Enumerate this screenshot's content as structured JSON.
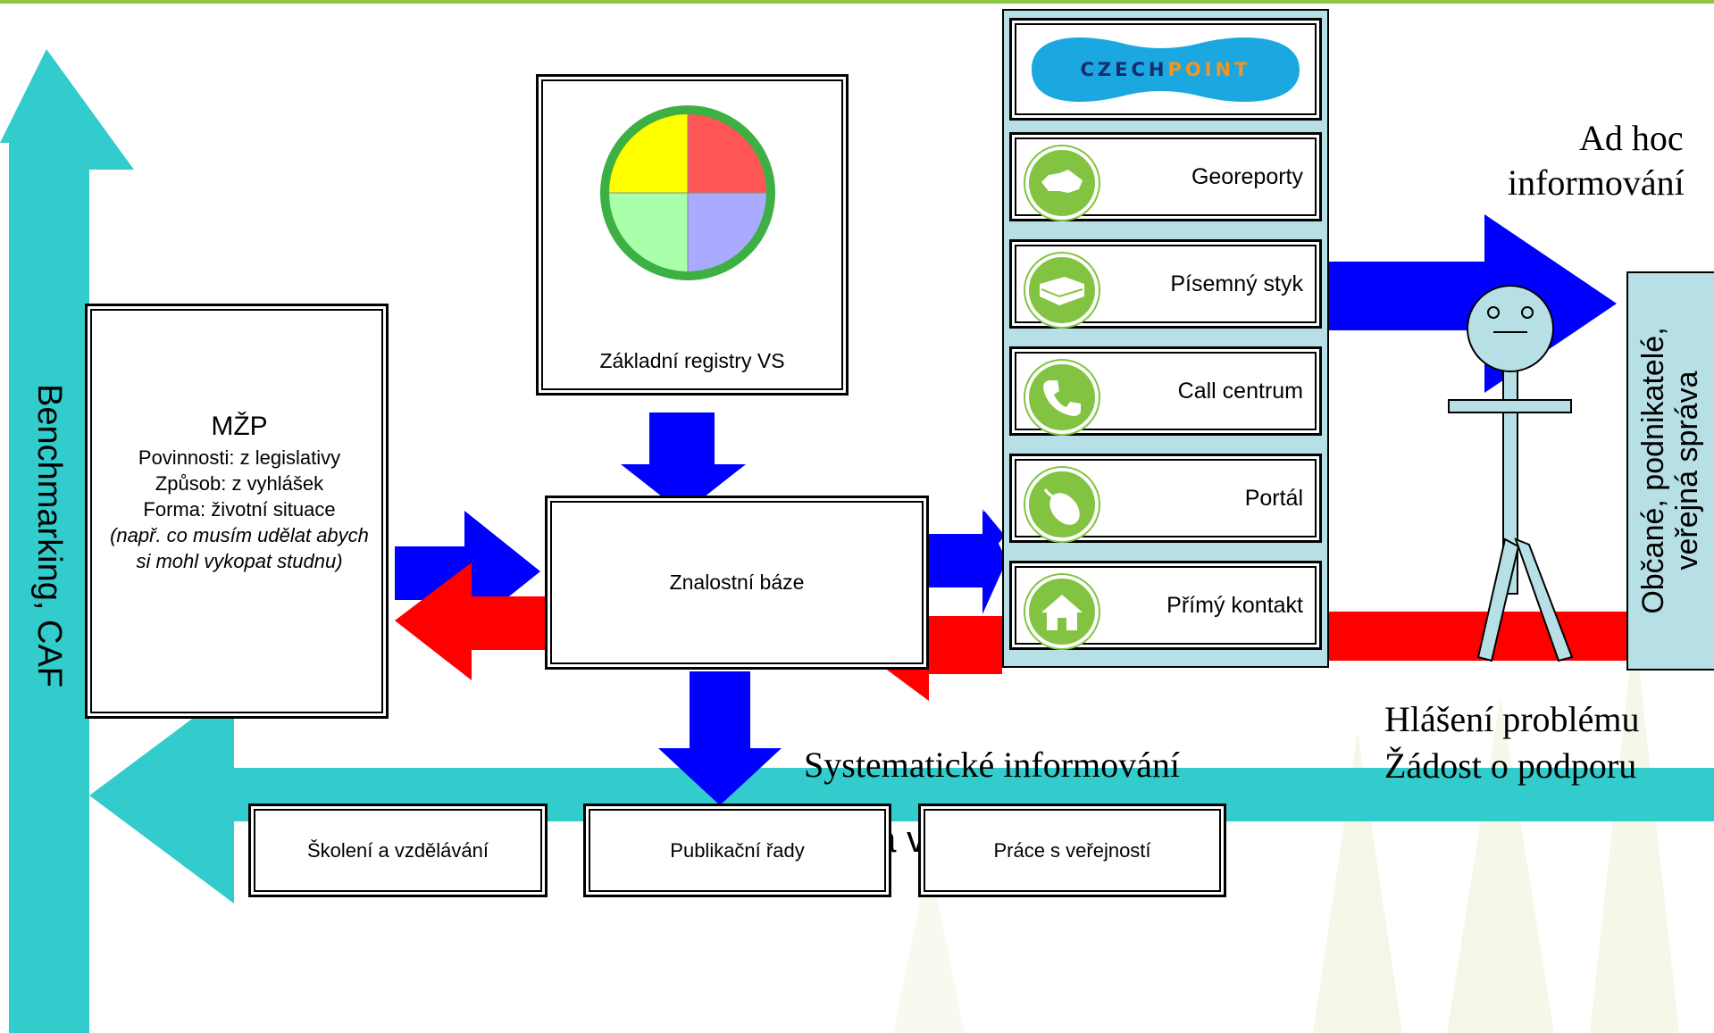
{
  "colors": {
    "teal": "#33cccc",
    "blue": "#0000ff",
    "red": "#ff0000",
    "green_ring": "#3cb043",
    "channel_panel": "#b7e0e6",
    "icon_green": "#82c341",
    "person": "#b7e0e6",
    "logo_blue": "#1ba7e0",
    "logo_orange": "#f7941d",
    "watermark": "#f3f7e4"
  },
  "left_axis": {
    "label": "Benchmarking, CAF"
  },
  "bottom_axis": {
    "label": "Zpětná vazba"
  },
  "mzp": {
    "title": "MŽP",
    "lines": [
      "Povinnosti: z legislativy",
      "Způsob: z vyhlášek",
      "Forma: životní situace"
    ],
    "italic_lines": [
      "(např. co musím udělat abych",
      "si mohl vykopat studnu)"
    ]
  },
  "registry": {
    "label": "Základní registry VS",
    "pie_colors": [
      "#ffff00",
      "#ff5555",
      "#aaffaa",
      "#aaaaff"
    ]
  },
  "knowledge": {
    "label": "Znalostní báze"
  },
  "logo": {
    "part1": "CZECH",
    "part2": "POINT"
  },
  "channels": [
    {
      "label": "Georeporty",
      "icon": "map-icon"
    },
    {
      "label": "Písemný styk",
      "icon": "book-icon"
    },
    {
      "label": "Call centrum",
      "icon": "phone-icon"
    },
    {
      "label": "Portál",
      "icon": "mouse-icon"
    },
    {
      "label": "Přímý kontakt",
      "icon": "house-icon"
    }
  ],
  "adhoc": {
    "line1": "Ad hoc",
    "line2": "informování"
  },
  "citizens": {
    "label1": "Občané, podnikatelé,",
    "label2": "veřejná správa"
  },
  "report": {
    "line1": "Hlášení problému",
    "line2": "Žádost o podporu"
  },
  "systematic": {
    "label": "Systematické informování"
  },
  "outputs": [
    "Školení a vzdělávání",
    "Publikační řady",
    "Práce s veřejností"
  ]
}
